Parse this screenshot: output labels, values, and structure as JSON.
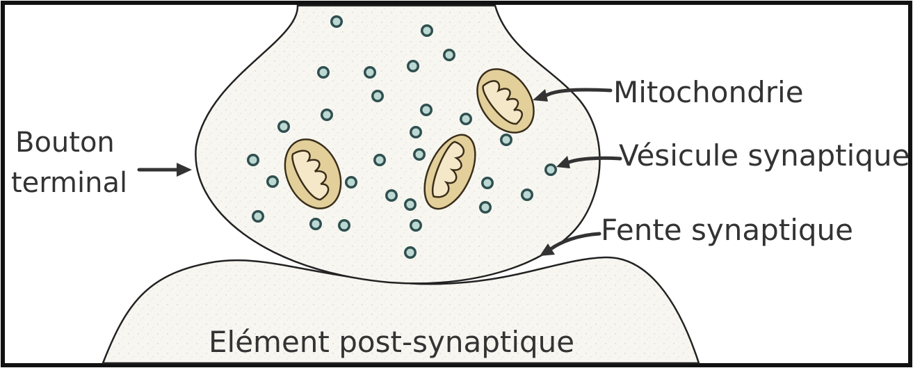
{
  "labels": {
    "mitochondria": "Mitochondrie",
    "vesicle": "Vésicule synaptique",
    "cleft": "Fente synaptique",
    "bouton_line1": "Bouton",
    "bouton_line2": "terminal",
    "postsynaptic": "Elément post-synaptique"
  },
  "colors": {
    "background": "#f7f6f1",
    "outline": "#222222",
    "vesicle": "#2f4f4f",
    "mitochondria": "#e2cf9a",
    "text": "#333333"
  }
}
